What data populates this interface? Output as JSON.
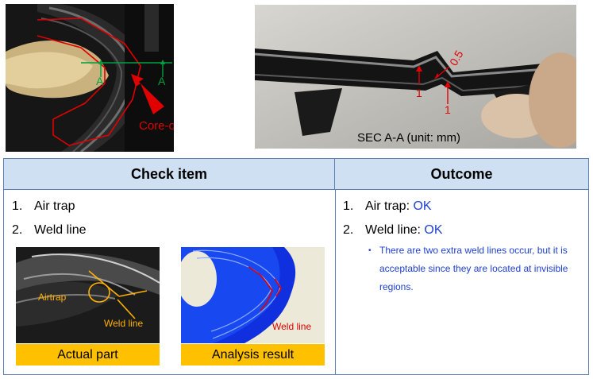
{
  "figure": {
    "label_a_left": "A",
    "label_a_right": "A",
    "core_out_label": "Core-out region",
    "dim_05": "0.5",
    "dim_1a": "1",
    "dim_1b": "1",
    "sec_label": "SEC A-A (unit: mm)"
  },
  "table": {
    "header_check": "Check item",
    "header_outcome": "Outcome",
    "check_items": [
      {
        "num": "1.",
        "label": "Air trap"
      },
      {
        "num": "2.",
        "label": "Weld line"
      }
    ],
    "outcomes": [
      {
        "num": "1.",
        "label": "Air trap: ",
        "result": "OK"
      },
      {
        "num": "2.",
        "label": "Weld line: ",
        "result": "OK"
      }
    ],
    "note": "There are two extra weld lines occur, but it is acceptable since they are located at invisible regions."
  },
  "images": {
    "actual_airtrap": "Airtrap",
    "actual_weldline": "Weld line",
    "actual_caption": "Actual part",
    "analysis_weldline": "Weld line",
    "analysis_caption": "Analysis result"
  },
  "colors": {
    "header_bg": "#cfe0f2",
    "border": "#5b7fb6",
    "caption_bg": "#ffc000",
    "ok_text": "#1f3fd1",
    "annotation_red": "#e00000",
    "annotation_green": "#00a040",
    "annotation_orange": "#ffb000"
  }
}
